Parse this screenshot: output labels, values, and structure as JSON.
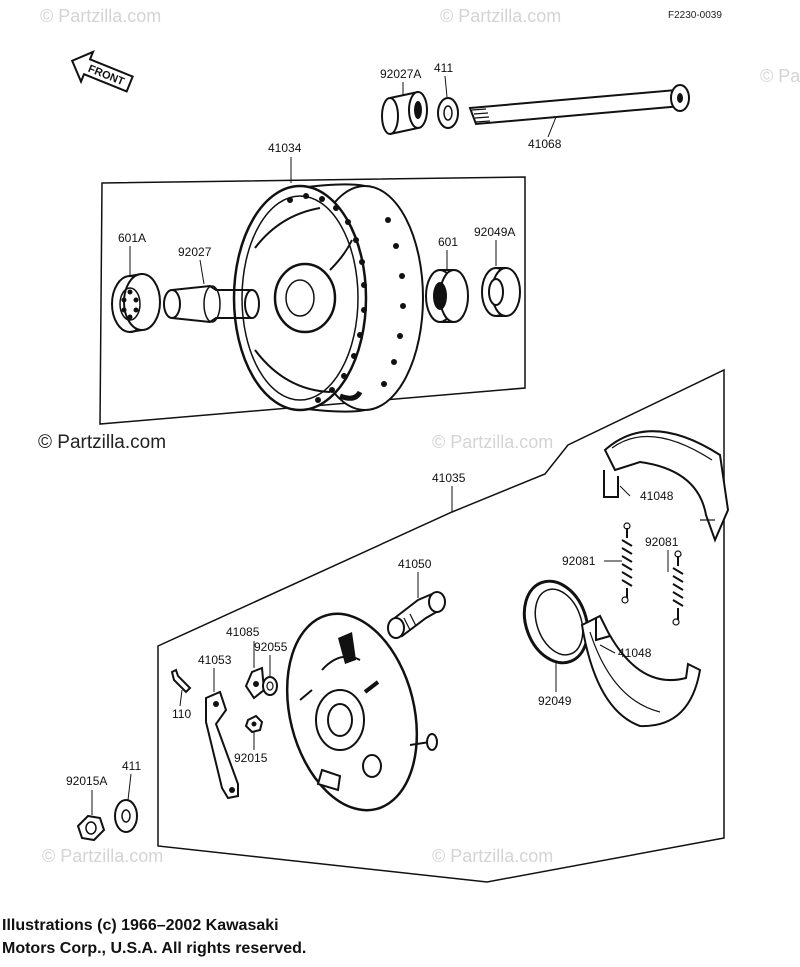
{
  "diagram": {
    "code": "F2230-0039",
    "front_label": "FRONT",
    "watermarks": [
      "© Partzilla.com",
      "© Partzilla.com",
      "© Partzilla.com",
      "© Partzilla.com",
      "© Partzilla.com",
      "© Partzilla.com",
      "© Partzilla.com"
    ],
    "callouts": {
      "c92027A": "92027A",
      "c411_top": "411",
      "c41068": "41068",
      "c41034": "41034",
      "c601A": "601A",
      "c92027": "92027",
      "c601": "601",
      "c92049A": "92049A",
      "c41035": "41035",
      "c41048_top": "41048",
      "c92081_left": "92081",
      "c92081_right": "92081",
      "c41050": "41050",
      "c41085": "41085",
      "c41053": "41053",
      "c92055": "92055",
      "c110": "110",
      "c92015": "92015",
      "c41048_bottom": "41048",
      "c92049": "92049",
      "c92015A": "92015A",
      "c411_bottom": "411"
    }
  },
  "copyright": {
    "line1": "Illustrations (c) 1966–2002 Kawasaki",
    "line2": "Motors Corp., U.S.A.  All rights reserved."
  }
}
